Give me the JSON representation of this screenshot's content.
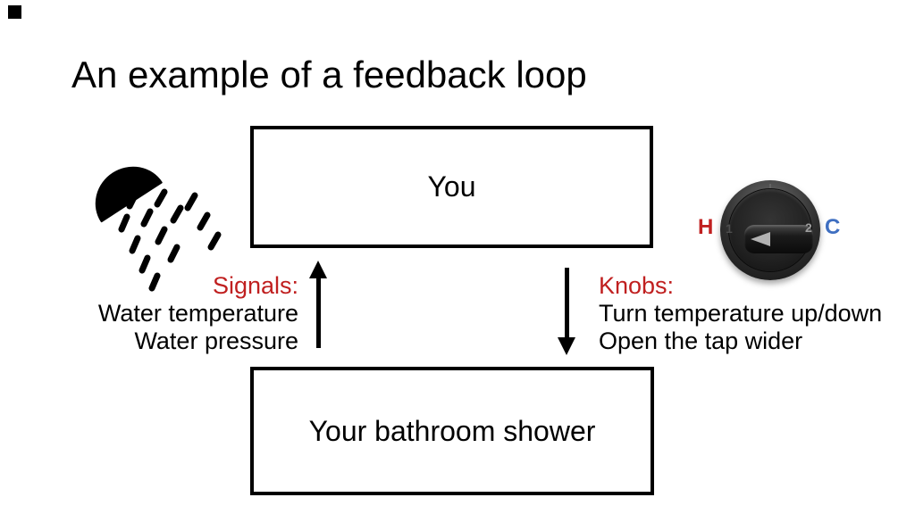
{
  "slide": {
    "title": "An example of a feedback loop"
  },
  "boxes": {
    "you": {
      "label": "You"
    },
    "shower": {
      "label": "Your bathroom shower"
    }
  },
  "signals": {
    "heading": "Signals:",
    "lines": [
      "Water temperature",
      "Water pressure"
    ]
  },
  "knobs": {
    "heading": "Knobs:",
    "lines": [
      "Turn temperature up/down",
      "Open the tap wider"
    ]
  },
  "dial": {
    "hot_label": "H",
    "cold_label": "C",
    "position_1": "1",
    "position_2": "2"
  },
  "icons": {
    "shower_icon": "shower-head-spray",
    "dial_pointer": "left-arrow"
  },
  "colors": {
    "accent_red": "#c02020",
    "accent_blue": "#3f6fc1",
    "text": "#000000",
    "box_border": "#000000"
  }
}
